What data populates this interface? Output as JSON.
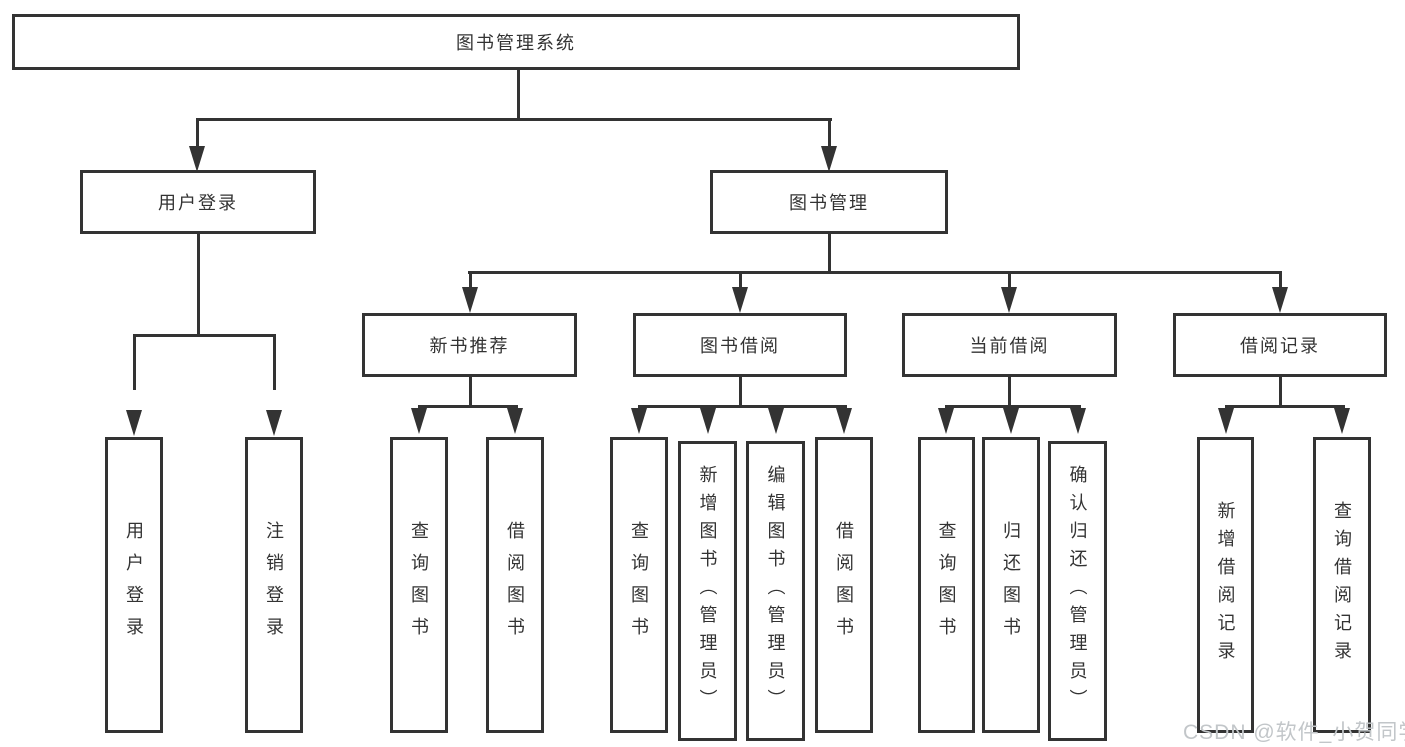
{
  "watermark": "CSDN @软件_小贺同学",
  "colors": {
    "line": "#333333",
    "text": "#333333",
    "box_background": "#ffffff",
    "page_background": "#ffffff",
    "watermark": "#c2c6c9"
  },
  "chart_type": "hierarchy-diagram",
  "tree": {
    "root": "图书管理系统",
    "branches": [
      {
        "label": "用户登录",
        "children": [
          "用户登录",
          "注销登录"
        ]
      },
      {
        "label": "图书管理",
        "children": [
          {
            "label": "新书推荐",
            "children": [
              "查询图书",
              "借阅图书"
            ]
          },
          {
            "label": "图书借阅",
            "children": [
              "查询图书",
              "新增图书（管理员）",
              "编辑图书（管理员）",
              "借阅图书"
            ]
          },
          {
            "label": "当前借阅",
            "children": [
              "查询图书",
              "归还图书",
              "确认归还（管理员）"
            ]
          },
          {
            "label": "借阅记录",
            "children": [
              "新增借阅记录",
              "查询借阅记录"
            ]
          }
        ]
      }
    ]
  }
}
